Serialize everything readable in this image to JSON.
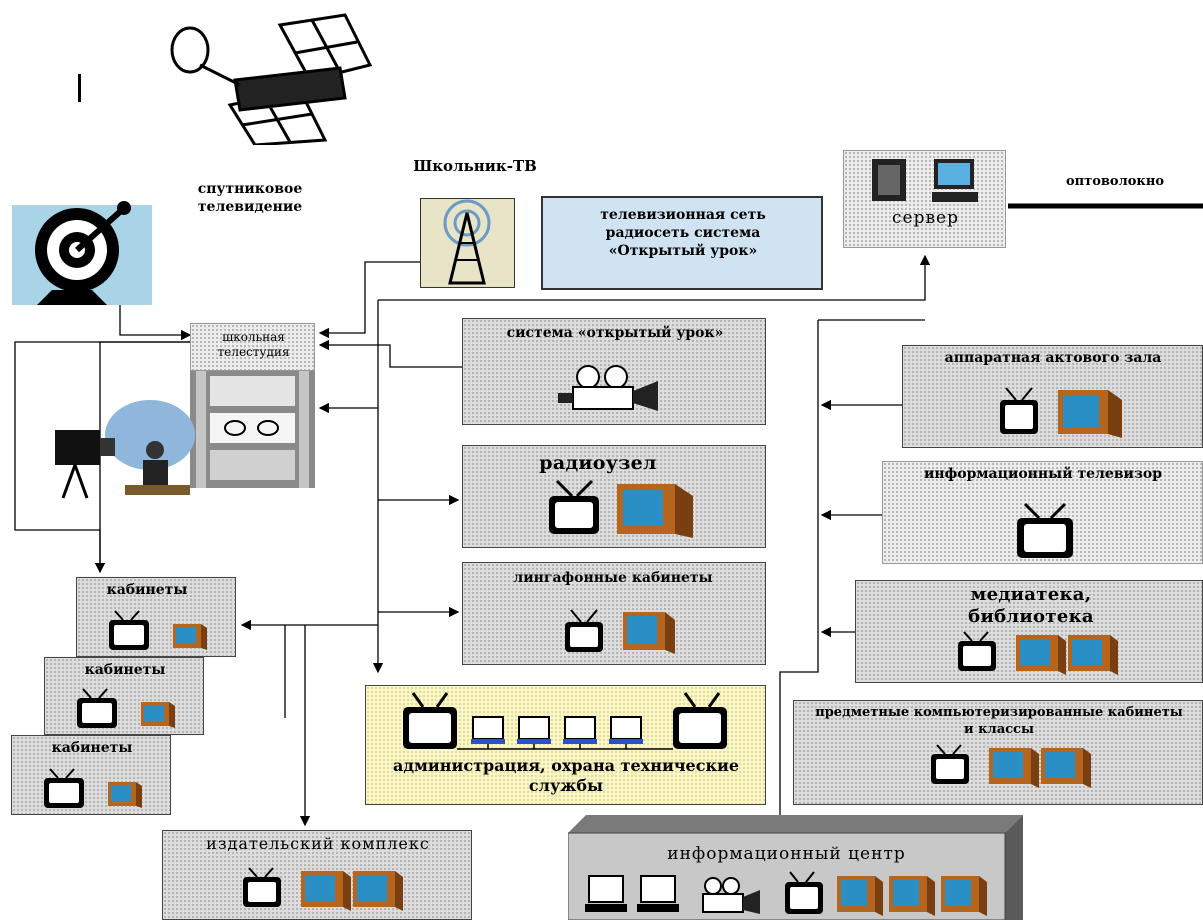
{
  "labels": {
    "satellite_tv": "спутниковое телевидение",
    "shkolnik_tv": "Школьник-ТВ",
    "tv_network": "телевизионная сеть радиосеть система «Открытый урок»",
    "server": "сервер",
    "fiber": "оптоволокно",
    "studio": "школьная телестудия",
    "open_lesson": "система «открытый урок»",
    "radio_node": "радиоузел",
    "language_labs": "лингафонные кабинеты",
    "assembly_hall": "аппаратная актового зала",
    "info_tv": "информационный телевизор",
    "media_library": "медиатека, библиотека",
    "subject_classes": "предметные компьютеризированные кабинеты   и классы",
    "cabinets_1": "кабинеты",
    "cabinets_2": "кабинеты",
    "cabinets_3": "кабинеты",
    "administration": "администрация, охрана технические службы",
    "publishing": "издательский комплекс",
    "info_center": "информационный центр",
    "margin_mark": "I"
  }
}
